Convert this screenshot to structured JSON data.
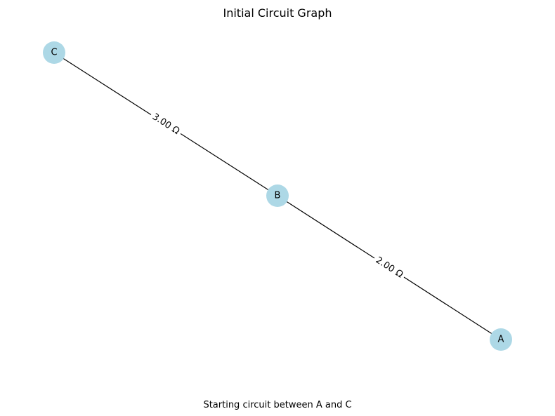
{
  "graph": {
    "title": "Initial Circuit Graph",
    "caption": "Starting circuit between A and C",
    "node_color": "#add8e6",
    "edge_color": "#000000",
    "nodes": [
      {
        "id": "A",
        "label": "A"
      },
      {
        "id": "B",
        "label": "B"
      },
      {
        "id": "C",
        "label": "C"
      }
    ],
    "edges": [
      {
        "source": "C",
        "target": "B",
        "label": "3.00 Ω",
        "resistance": 3.0
      },
      {
        "source": "B",
        "target": "A",
        "label": "2.00 Ω",
        "resistance": 2.0
      }
    ]
  }
}
